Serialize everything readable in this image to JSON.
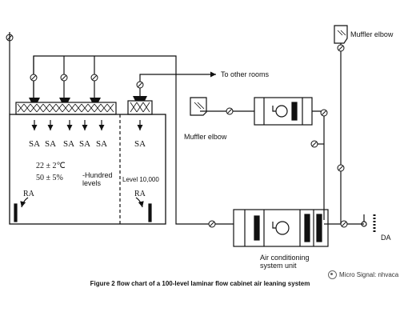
{
  "diagram": {
    "caption": "Figure 2 flow chart of a 100-level laminar flow cabinet air leaning system",
    "watermark": "Micro Signal: nhvaca",
    "labels": {
      "to_other_rooms": "To other rooms",
      "muffler_elbow_top": "Muffler elbow",
      "muffler_elbow_left": "Muffler elbow",
      "ac_unit_line1": "Air conditioning",
      "ac_unit_line2": "system unit",
      "temperature": "22 ± 2℃",
      "humidity": "50 ± 5%",
      "hundred_levels_line1": "-Hundred",
      "hundred_levels_line2": "levels",
      "level_10000": "Level 10,000",
      "ra_left": "RA",
      "ra_right": "RA",
      "da": "DA",
      "sa": [
        "SA",
        "SA",
        "SA",
        "SA",
        "SA",
        "SA"
      ]
    },
    "icons": [
      "damper-icon",
      "fan-icon",
      "filter-icon",
      "coil-icon",
      "muffler-elbow-icon",
      "arrow-icon"
    ]
  }
}
